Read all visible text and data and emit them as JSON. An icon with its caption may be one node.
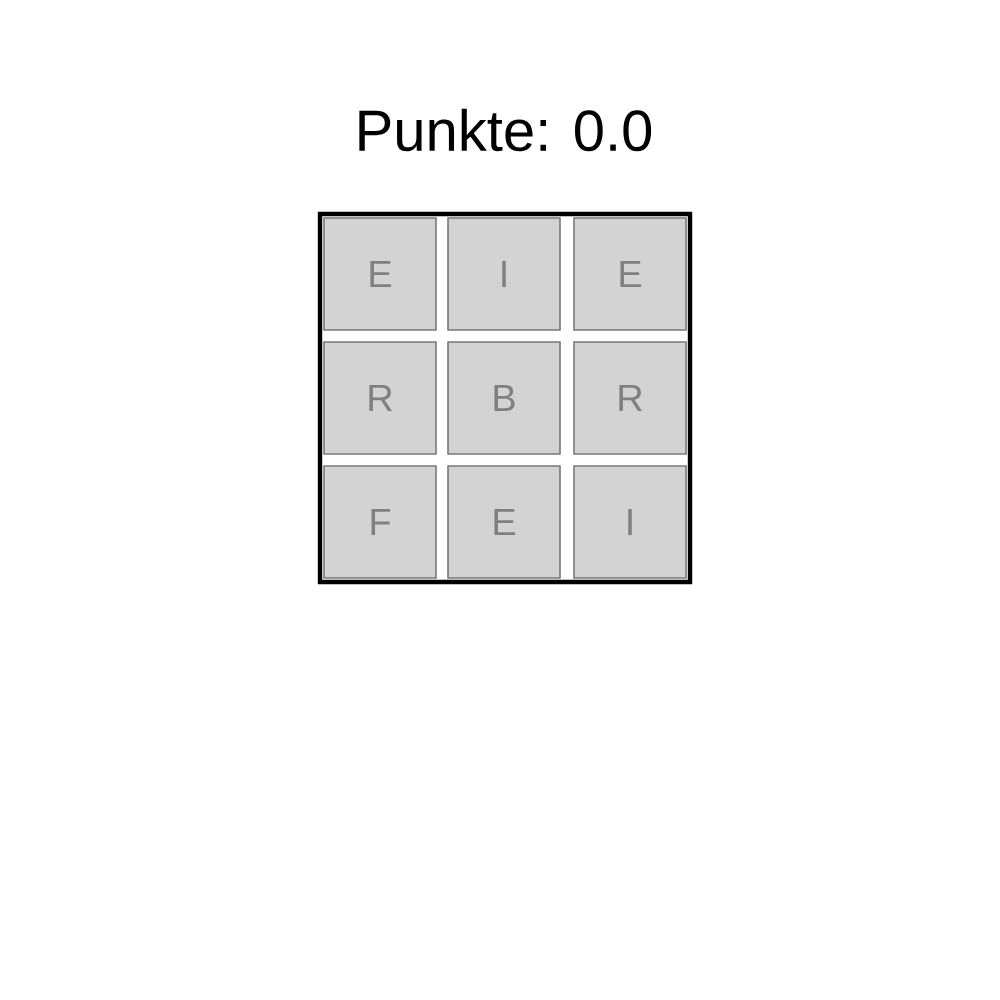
{
  "diagram": {
    "title": "Punkte: 0.0",
    "nodes": [
      {
        "text": [
          "E"
        ]
      },
      {
        "text": [
          "I"
        ]
      },
      {
        "text": [
          "E"
        ]
      },
      {
        "text": [
          "R"
        ]
      },
      {
        "text": [
          "B"
        ]
      },
      {
        "text": [
          "R"
        ]
      },
      {
        "text": [
          "F"
        ]
      },
      {
        "text": [
          "E"
        ]
      },
      {
        "text": [
          "I"
        ]
      }
    ]
  }
}
